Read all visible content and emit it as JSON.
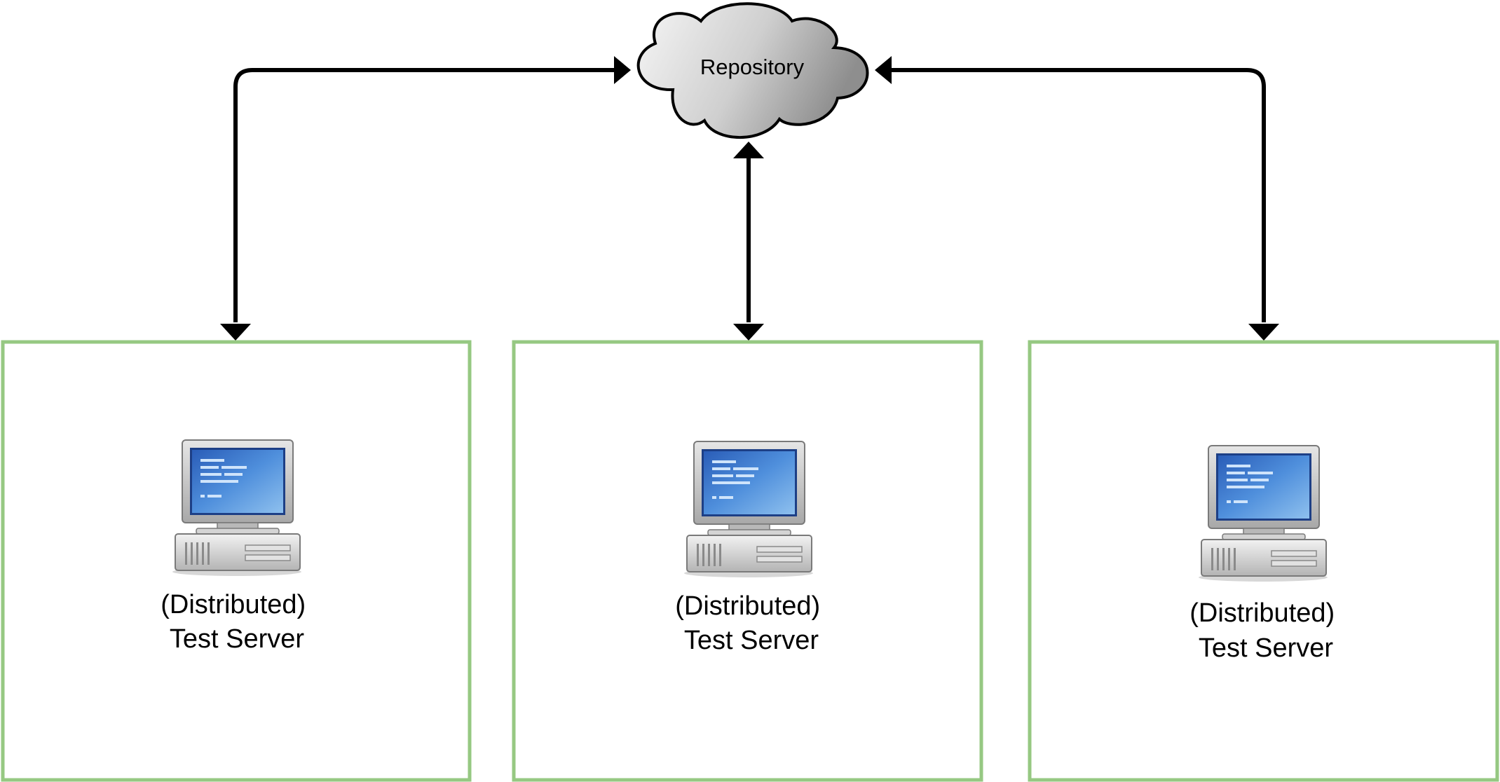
{
  "repository": {
    "label": "Repository",
    "icon": "cloud-icon"
  },
  "servers": [
    {
      "line1": "(Distributed)",
      "line2": "Test Server",
      "icon": "computer-icon"
    },
    {
      "line1": "(Distributed)",
      "line2": "Test Server",
      "icon": "computer-icon"
    },
    {
      "line1": "(Distributed)",
      "line2": "Test Server",
      "icon": "computer-icon"
    }
  ],
  "colors": {
    "box_border": "#96c882",
    "connector": "#000000",
    "cloud_light": "#f4f4f4",
    "cloud_dark": "#9a9a9a",
    "screen": "#3f7fd0"
  }
}
